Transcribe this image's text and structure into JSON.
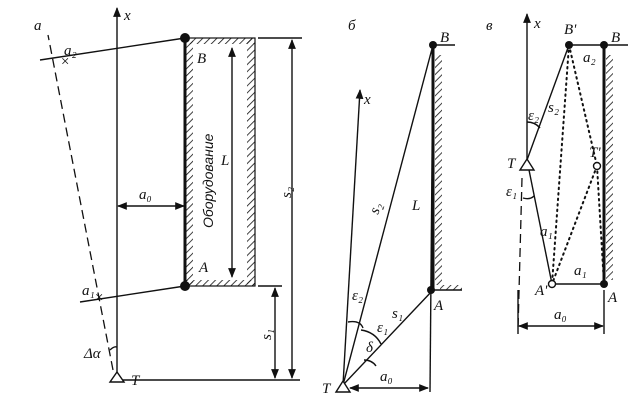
{
  "panels": {
    "a": {
      "label": "а",
      "x": "x",
      "a2": "a₂",
      "a1": "a₁",
      "a0": "a₀",
      "B": "B",
      "A": "A",
      "equipment": "Оборудование",
      "L": "L",
      "s2": "s₂",
      "s1": "s₁",
      "dalpha": "Δα",
      "T": "T"
    },
    "b": {
      "label": "б",
      "x": "x",
      "B": "B",
      "A": "A",
      "s2": "s₂",
      "L": "L",
      "e2": "ε₂",
      "e1": "ε₁",
      "s1": "s₁",
      "delta": "δ",
      "a0": "a₀",
      "T": "T"
    },
    "c": {
      "label": "в",
      "x": "x",
      "Bp": "B'",
      "B": "B",
      "a2": "a₂",
      "e2": "ε₂",
      "s2": "s₂",
      "T": "T",
      "Tp": "T'",
      "e1": "ε₁",
      "a1_side": "a₁",
      "a1": "a₁",
      "Ap": "A'",
      "A": "A",
      "a0": "a₀"
    }
  },
  "icons": [
    "triangle-station-icon"
  ]
}
